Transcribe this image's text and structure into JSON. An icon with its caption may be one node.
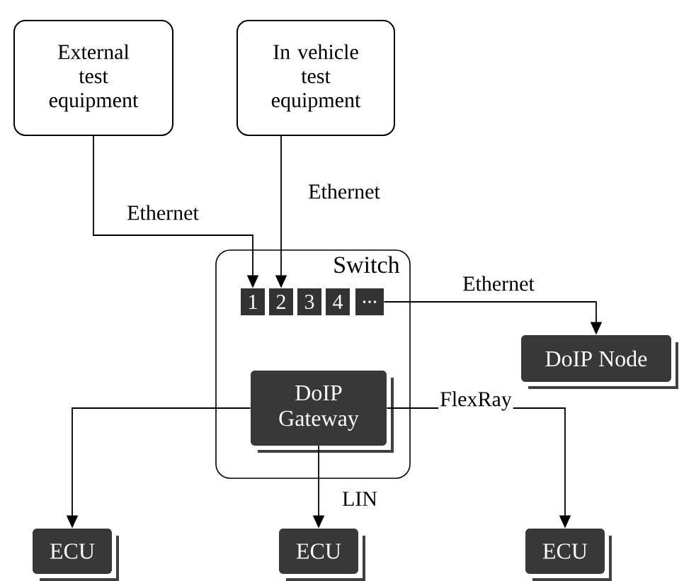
{
  "diagram": {
    "nodes": [
      {
        "text": [
          "External test equipment"
        ]
      },
      {
        "text": [
          "In vehicle test equipment"
        ]
      },
      {
        "text": [
          "Switch"
        ]
      },
      {
        "text": [
          "1"
        ],
        "in": 2
      },
      {
        "text": [
          "2"
        ],
        "in": 2
      },
      {
        "text": [
          "3"
        ],
        "in": 2
      },
      {
        "text": [
          "4"
        ],
        "in": 2
      },
      {
        "text": [
          "..."
        ],
        "in": 2
      },
      {
        "text": [
          "DoIP Gateway"
        ],
        "in": 2
      },
      {
        "text": [
          "DoIP Node"
        ]
      },
      {
        "text": [
          "ECU"
        ]
      },
      {
        "text": [
          "ECU"
        ]
      },
      {
        "text": [
          "ECU"
        ]
      }
    ],
    "edges": [
      {
        "from": 0,
        "to": 3,
        "arrow": "to",
        "label": "Ethernet"
      },
      {
        "from": 1,
        "to": 4,
        "arrow": "to",
        "label": "Ethernet"
      },
      {
        "from": 7,
        "to": 9,
        "arrow": "to",
        "label": "Ethernet"
      },
      {
        "from": 8,
        "to": 10,
        "arrow": "to"
      },
      {
        "from": 8,
        "to": 11,
        "arrow": "to",
        "label": "LIN"
      },
      {
        "from": 8,
        "to": 12,
        "arrow": "to",
        "label": "FlexRay"
      }
    ]
  }
}
